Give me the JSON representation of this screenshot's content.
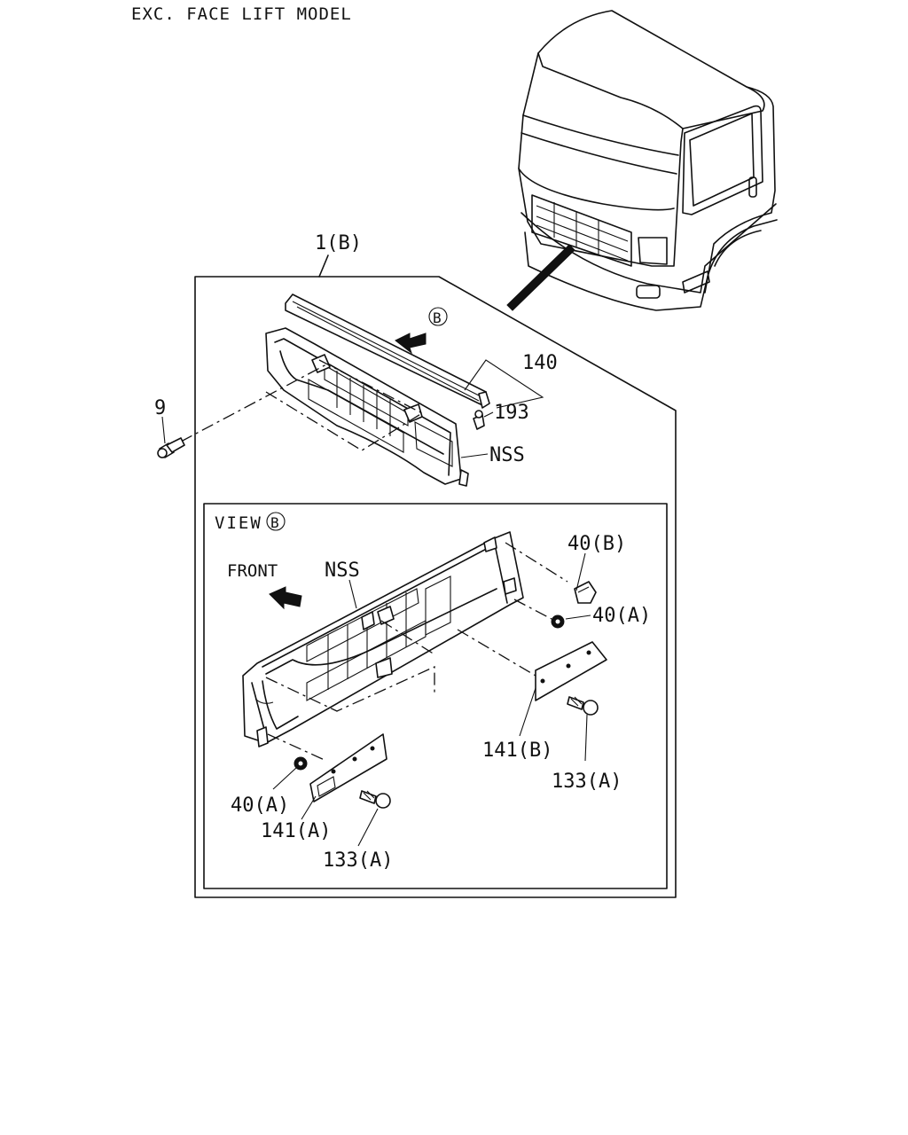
{
  "header": {
    "title": "EXC. FACE LIFT MODEL"
  },
  "callouts": {
    "assembly": "1(B)",
    "part_140": "140",
    "part_193": "193",
    "part_9": "9",
    "nss_top": "NSS",
    "view_title": "VIEW",
    "view_marker": "B",
    "arrow_marker": "B",
    "front": "FRONT",
    "nss_view": "NSS",
    "clip_40b": "40(B)",
    "nut_40a_right": "40(A)",
    "nut_40a_left": "40(A)",
    "plate_141b": "141(B)",
    "plate_141a": "141(A)",
    "screw_133a_right": "133(A)",
    "screw_133a_left": "133(A)"
  },
  "icons": {
    "front_arrow": "arrow-left-icon",
    "view_arrow": "arrow-left-icon"
  },
  "colors": {
    "line": "#111111",
    "background": "#ffffff"
  }
}
